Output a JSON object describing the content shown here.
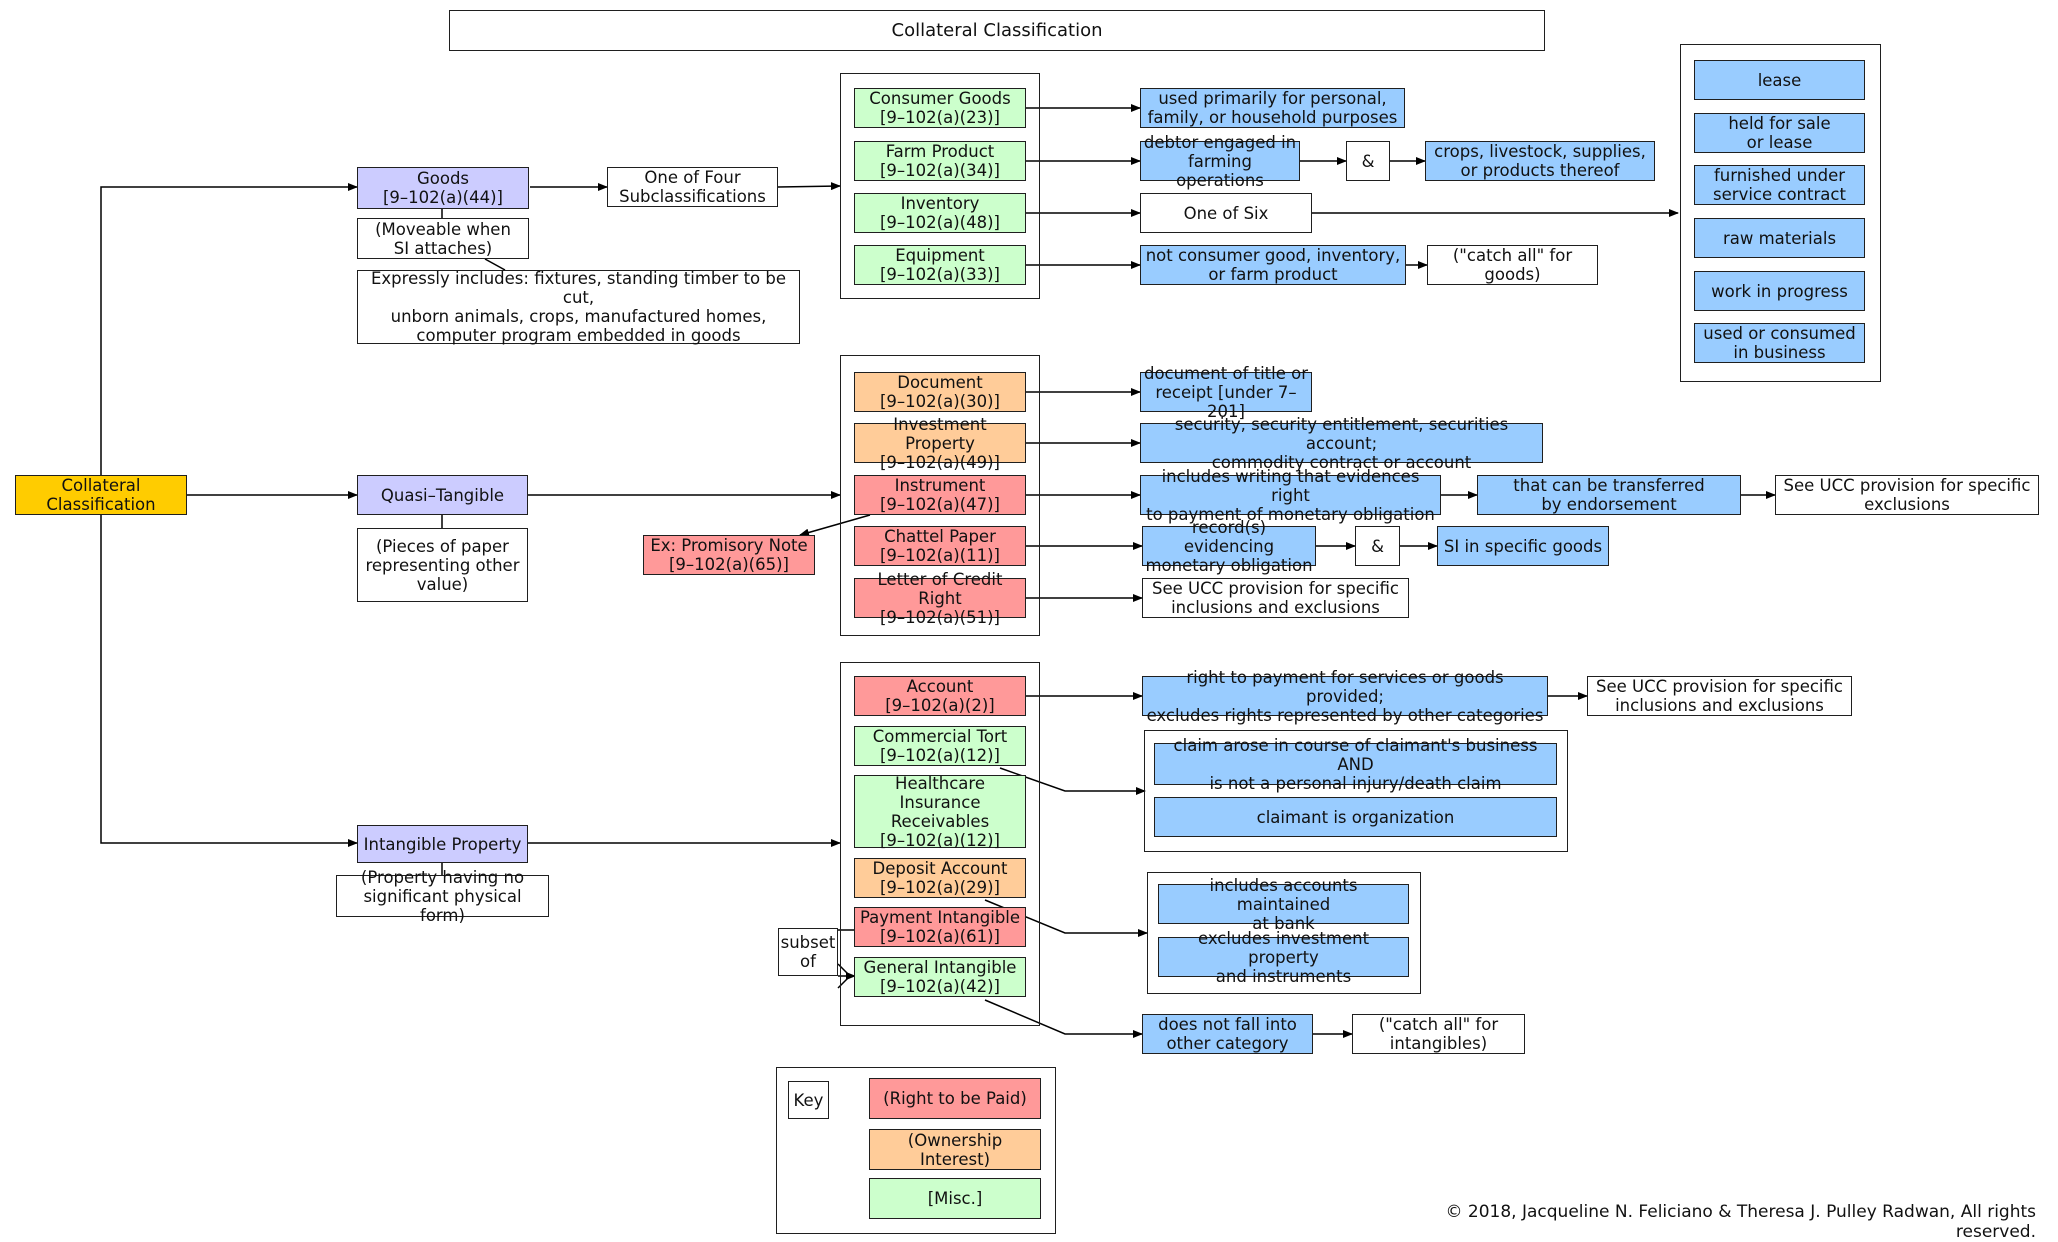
{
  "title": "Collateral Classification",
  "root": "Collateral\nClassification",
  "goods": {
    "label": "Goods\n[9–102(a)(44)]",
    "note": "(Moveable when\nSI attaches)",
    "includes": "Expressly includes: fixtures, standing timber to be cut,\nunborn animals, crops, manufactured homes,\ncomputer program embedded in goods",
    "subclass": "One of Four\nSubclassifications",
    "consumer": "Consumer Goods\n[9–102(a)(23)]",
    "consumer_def": "used primarily for personal,\nfamily, or household purposes",
    "farm": "Farm Product\n[9–102(a)(34)]",
    "farm_def": "debtor engaged in\nfarming operations",
    "farm_amp": "&",
    "farm_def2": "crops, livestock, supplies,\nor products thereof",
    "inventory": "Inventory\n[9–102(a)(48)]",
    "one_of_six": "One of Six",
    "equipment": "Equipment\n[9–102(a)(33)]",
    "equipment_def": "not consumer good, inventory,\nor farm product",
    "equipment_catch": "(\"catch all\" for\ngoods)",
    "six": [
      "lease",
      "held for sale\nor lease",
      "furnished under\nservice contract",
      "raw materials",
      "work in progress",
      "used or consumed\nin business"
    ]
  },
  "quasi": {
    "label": "Quasi–Tangible",
    "note": "(Pieces of paper\nrepresenting other\nvalue)",
    "document": "Document\n[9–102(a)(30)]",
    "document_def": "document of title or\nreceipt [under 7–201]",
    "investment": "Investment Property\n[9–102(a)(49)]",
    "investment_def": "security, security entitlement, securities account;\ncommodity contract or account",
    "instrument": "Instrument\n[9–102(a)(47)]",
    "instrument_def": "includes writing that evidences right\nto payment of monetary obligation",
    "instrument_def2": "that can be transferred\nby endorsement",
    "instrument_see": "See UCC provision for specific\nexclusions",
    "promissory": "Ex: Promisory Note\n[9–102(a)(65)]",
    "chattel": "Chattel Paper\n[9–102(a)(11)]",
    "chattel_def": "record(s) evidencing\nmonetary obligation",
    "chattel_amp": "&",
    "chattel_def2": "SI in specific goods",
    "letter": "Letter of Credit Right\n[9–102(a)(51)]",
    "letter_see": "See UCC provision for specific\ninclusions and exclusions"
  },
  "intangible": {
    "label": "Intangible Property",
    "note": "(Property having no\nsignificant physical form)",
    "account": "Account\n[9–102(a)(2)]",
    "account_def": "right to payment for services or goods provided;\nexcludes rights represented by other categories",
    "account_see": "See UCC provision for specific\ninclusions and exclusions",
    "tort": "Commercial Tort\n[9–102(a)(12)]",
    "tort_def1": "claim arose in course of claimant's business AND\nis not a personal injury/death claim",
    "tort_def2": "claimant is organization",
    "healthcare": "Healthcare Insurance\nReceivables\n[9–102(a)(12)]",
    "deposit": "Deposit Account\n[9–102(a)(29)]",
    "deposit_def1": "includes accounts maintained\nat bank",
    "deposit_def2": "excludes investment property\nand instruments",
    "payment": "Payment Intangible\n[9–102(a)(61)]",
    "subset": "subset\nof",
    "general": "General Intangible\n[9–102(a)(42)]",
    "general_def": "does not fall into\nother category",
    "general_catch": "(\"catch all\" for\nintangibles)"
  },
  "key": {
    "title": "Key",
    "red": "(Right to be Paid)",
    "orange": "(Ownership Interest)",
    "green": "[Misc.]"
  },
  "colors": {
    "yellow": "#ffcc00",
    "purple": "#ccccff",
    "green": "#ccffcc",
    "orange": "#ffcc99",
    "red": "#ff9999",
    "blue": "#99ccff",
    "line": "#000000"
  },
  "copyright": "© 2018, Jacqueline N. Feliciano & Theresa J. Pulley Radwan, All rights reserved."
}
